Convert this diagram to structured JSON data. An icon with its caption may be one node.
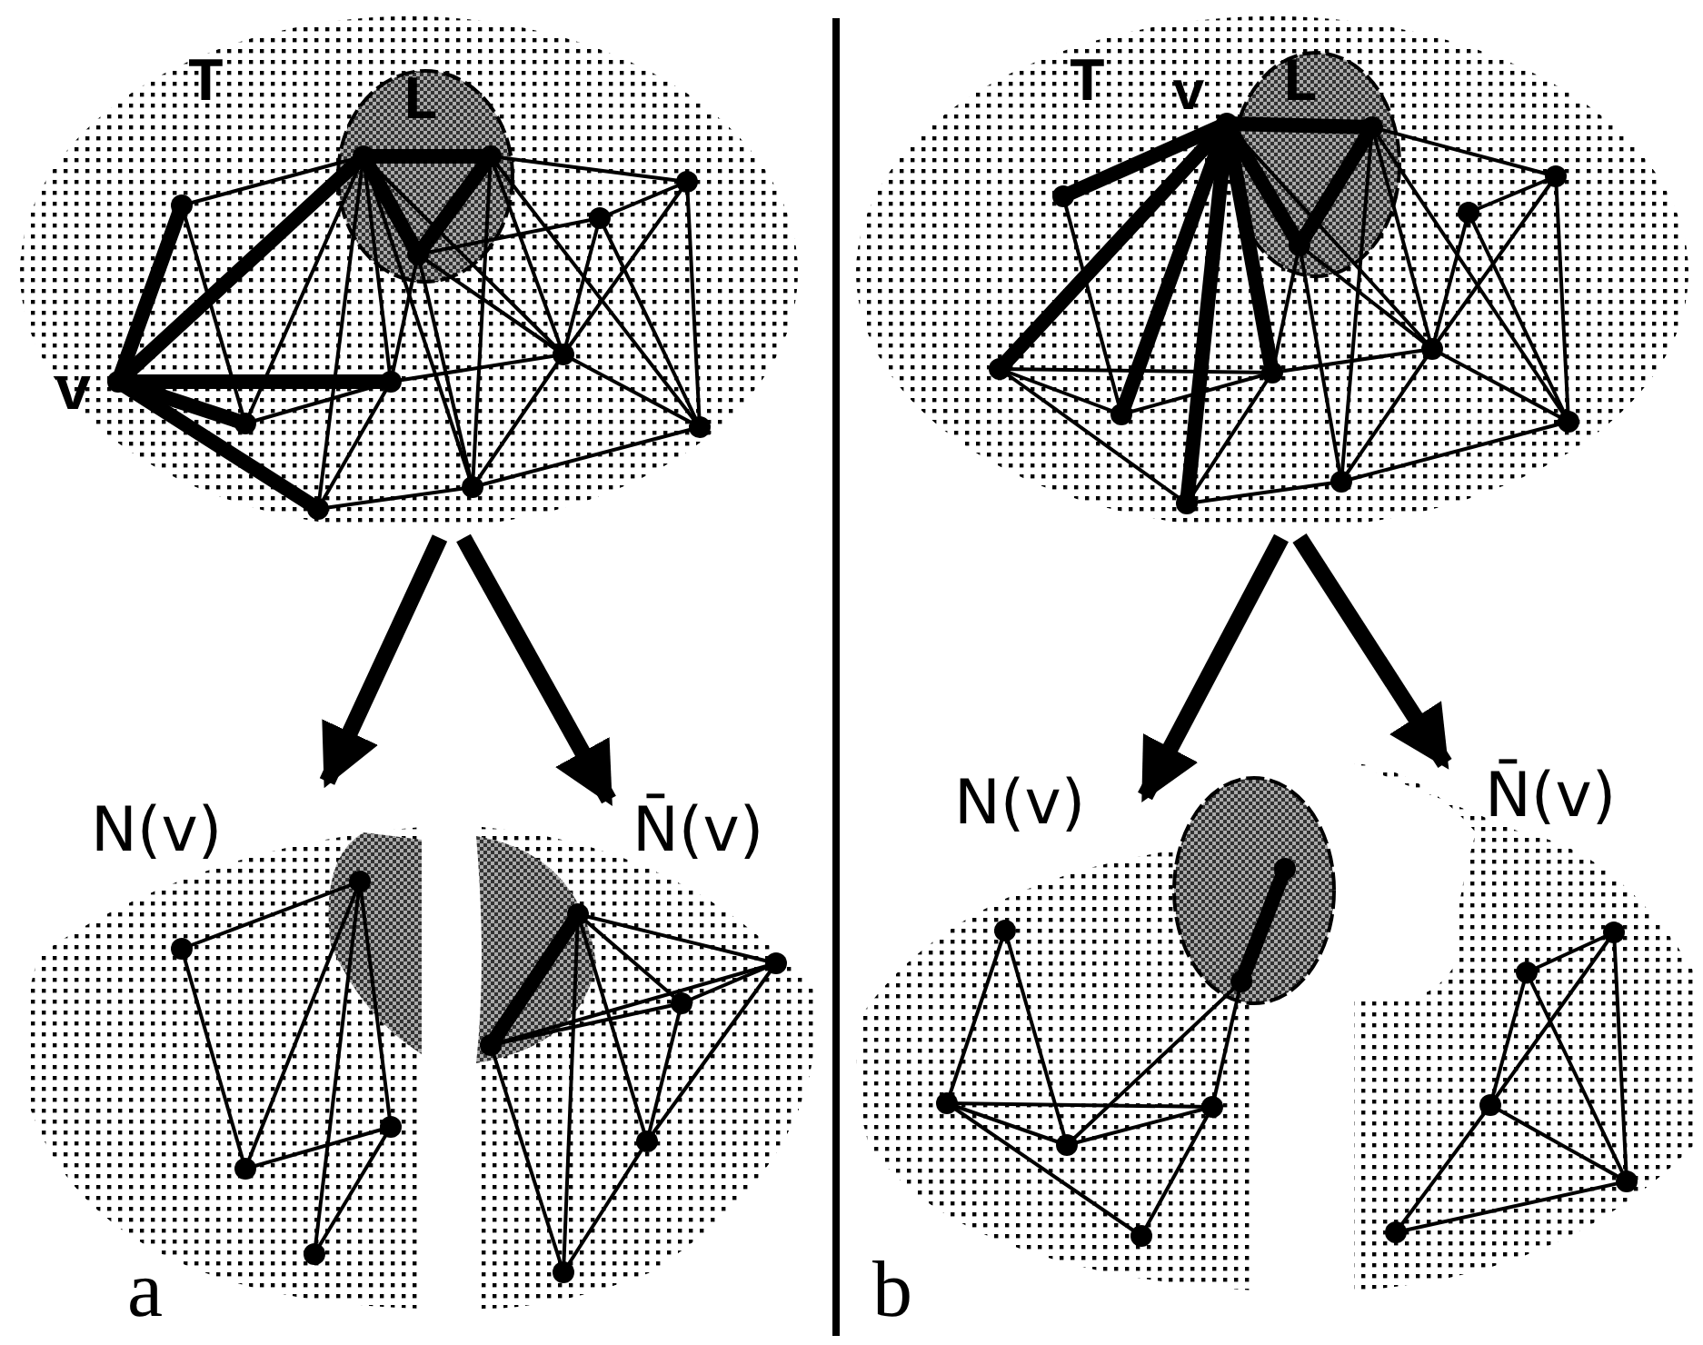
{
  "diagram": {
    "nodes": [
      {
        "text": [
          "T"
        ]
      },
      {
        "text": [
          "L"
        ],
        "in": 0
      },
      {
        "text": [
          "N(v)"
        ]
      },
      {
        "text": [],
        "shape": "ellipse",
        "in": 2
      },
      {
        "text": [
          "N̄(v)"
        ]
      },
      {
        "text": [],
        "shape": "ellipse",
        "in": 4
      },
      {
        "text": [
          "T"
        ]
      },
      {
        "text": [
          "L"
        ],
        "in": 6
      },
      {
        "text": [
          "N(v)"
        ]
      },
      {
        "text": [],
        "shape": "ellipse"
      },
      {
        "text": [
          "N̄(v)"
        ]
      }
    ],
    "edges": [
      {
        "from": 0,
        "to": 2,
        "arrow": "to"
      },
      {
        "from": 0,
        "to": 4,
        "arrow": "to"
      },
      {
        "from": 6,
        "to": 8,
        "arrow": "to"
      },
      {
        "from": 6,
        "to": 10,
        "arrow": "to"
      }
    ],
    "labels": [
      "v",
      "a",
      "v",
      "b"
    ]
  }
}
